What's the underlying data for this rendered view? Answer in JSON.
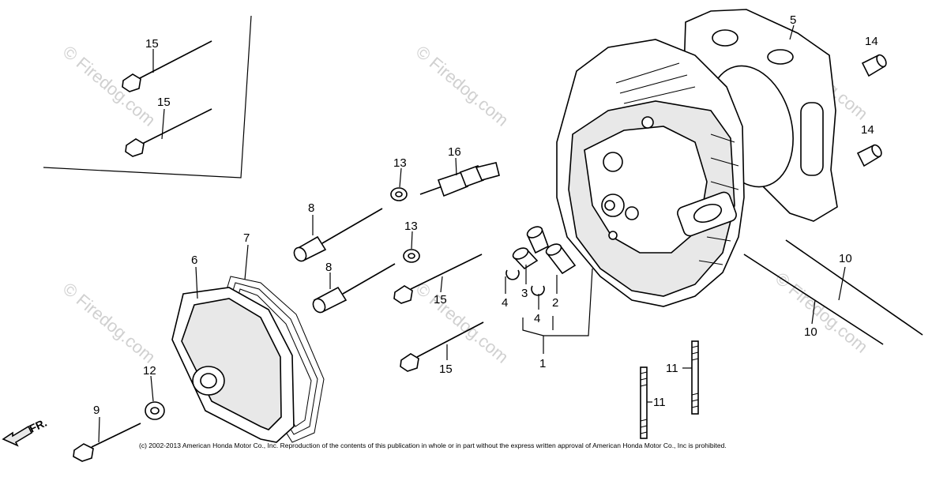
{
  "callouts": {
    "c1": "1",
    "c2": "2",
    "c3": "3",
    "c4a": "4",
    "c4b": "4",
    "c5": "5",
    "c6": "6",
    "c7": "7",
    "c8a": "8",
    "c8b": "8",
    "c9": "9",
    "c10a": "10",
    "c10b": "10",
    "c11a": "11",
    "c11b": "11",
    "c12": "12",
    "c13a": "13",
    "c13b": "13",
    "c14a": "14",
    "c14b": "14",
    "c15a": "15",
    "c15b": "15",
    "c15c": "15",
    "c15d": "15",
    "c16": "16"
  },
  "watermark": {
    "w1": "© Firedog.com",
    "w2": "© Firedog.com",
    "w3": "© Firedog.com",
    "w4": "© Firedog.com",
    "w5": "© Firedog.com",
    "w6": "© Firedog.com"
  },
  "direction_label": "FR.",
  "copyright": "(c) 2002-2013 American Honda Motor Co., Inc. Reproduction of the contents of this publication in whole or in part without the express written approval of American Honda Motor Co., Inc is prohibited."
}
